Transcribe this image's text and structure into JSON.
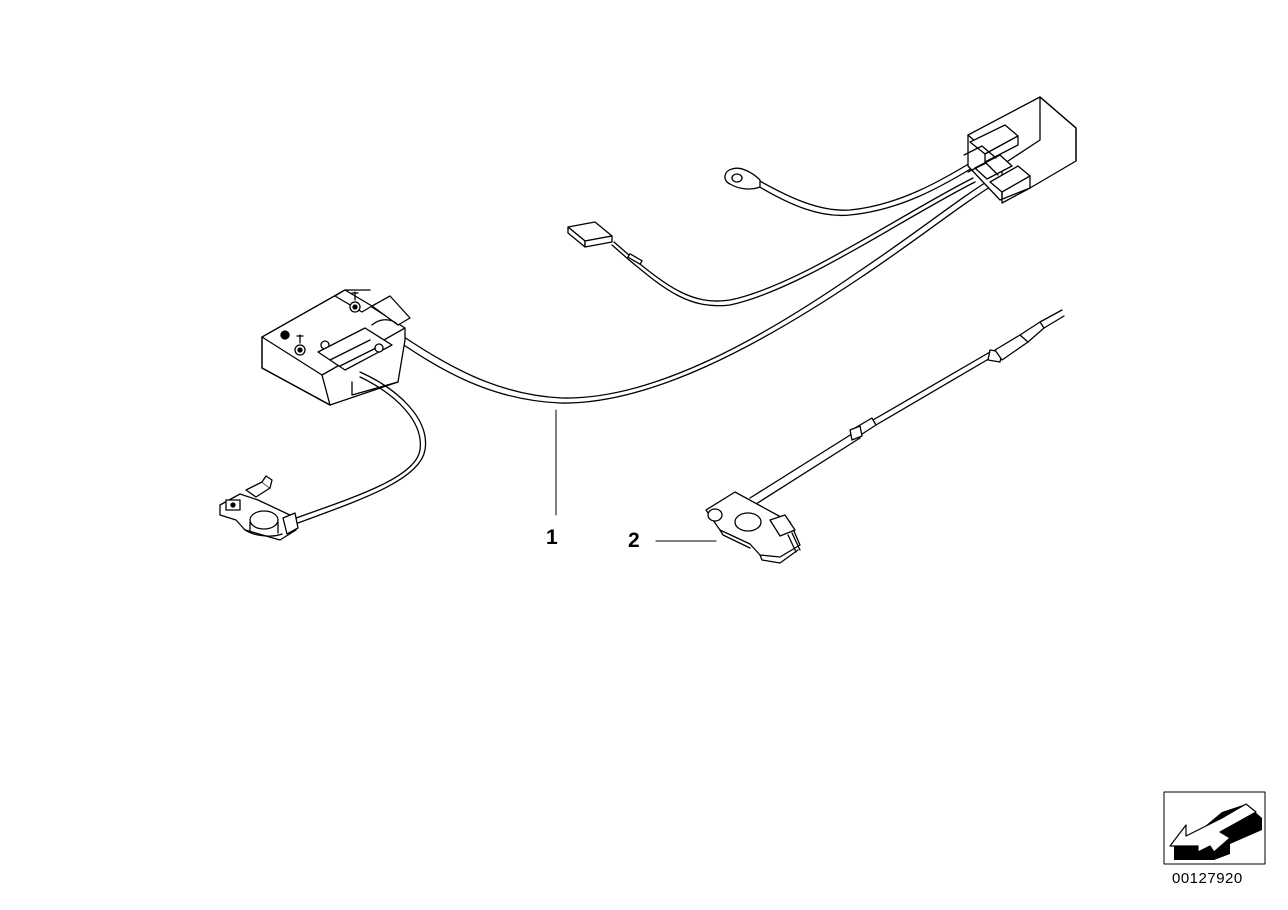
{
  "diagram": {
    "callouts": [
      {
        "id": "1",
        "label": "1"
      },
      {
        "id": "2",
        "label": "2"
      }
    ],
    "document_number": "00127920",
    "icons": [
      "back-arrow-icon"
    ]
  }
}
